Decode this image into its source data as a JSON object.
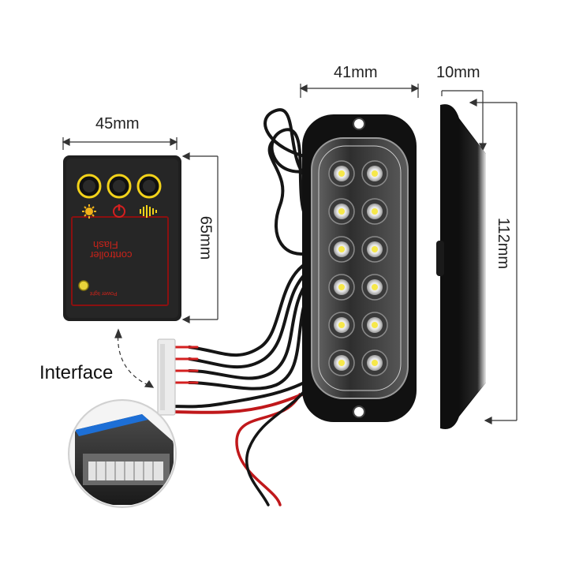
{
  "dimensions": {
    "controller_width": "45mm",
    "controller_height": "65mm",
    "light_width": "41mm",
    "light_depth": "10mm",
    "light_height": "112mm"
  },
  "interface_label": "Interface",
  "controller": {
    "label_line1": "Flash",
    "label_line2": "controller",
    "power_text": "Power light"
  },
  "colors": {
    "controller_body": "#1f1f1f",
    "button_ring": "#f2d21a",
    "accent_red": "#c9231a",
    "led_yellow": "#f6e84a",
    "light_housing": "#111111"
  },
  "icons": [
    "sun-icon",
    "power-icon",
    "sound-wave-icon"
  ],
  "led_count": 12
}
